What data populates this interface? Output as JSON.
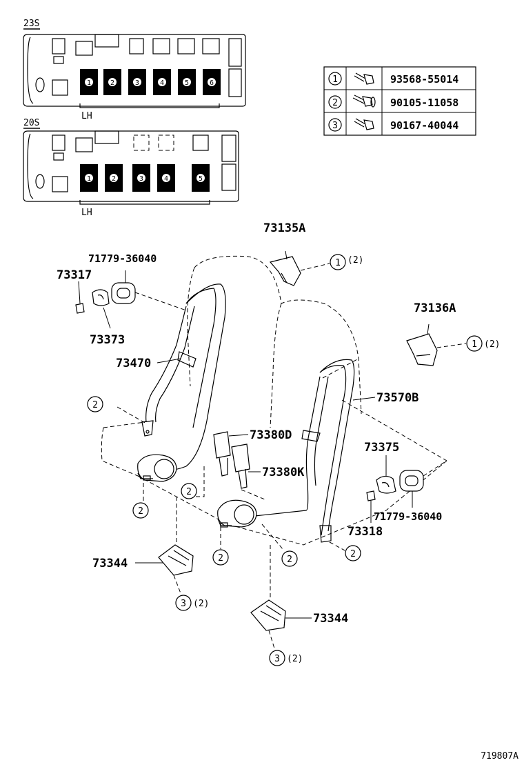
{
  "seat_maps": [
    {
      "label": "23S",
      "side_label": "LH",
      "positions": [
        "1",
        "2",
        "3",
        "4",
        "5",
        "6"
      ]
    },
    {
      "label": "20S",
      "side_label": "LH",
      "positions": [
        "1",
        "2",
        "3",
        "4",
        "5"
      ]
    }
  ],
  "fastener_table": [
    {
      "ref": "1",
      "part": "93568-55014"
    },
    {
      "ref": "2",
      "part": "90105-11058"
    },
    {
      "ref": "3",
      "part": "90167-40044"
    }
  ],
  "callouts": {
    "p73135A": "73135A",
    "p73136A": "73136A",
    "p71779_top": "71779-36040",
    "p73317": "73317",
    "p73373": "73373",
    "p73470": "73470",
    "p73570B": "73570B",
    "p73380D": "73380D",
    "p73380K": "73380K",
    "p73375": "73375",
    "p71779_bot": "71779-36040",
    "p73318": "73318",
    "p73344_a": "73344",
    "p73344_b": "73344"
  },
  "refs": {
    "r1": "1",
    "r2": "2",
    "r3": "3",
    "qty2": "(2)"
  },
  "diagram_id": "719807A"
}
